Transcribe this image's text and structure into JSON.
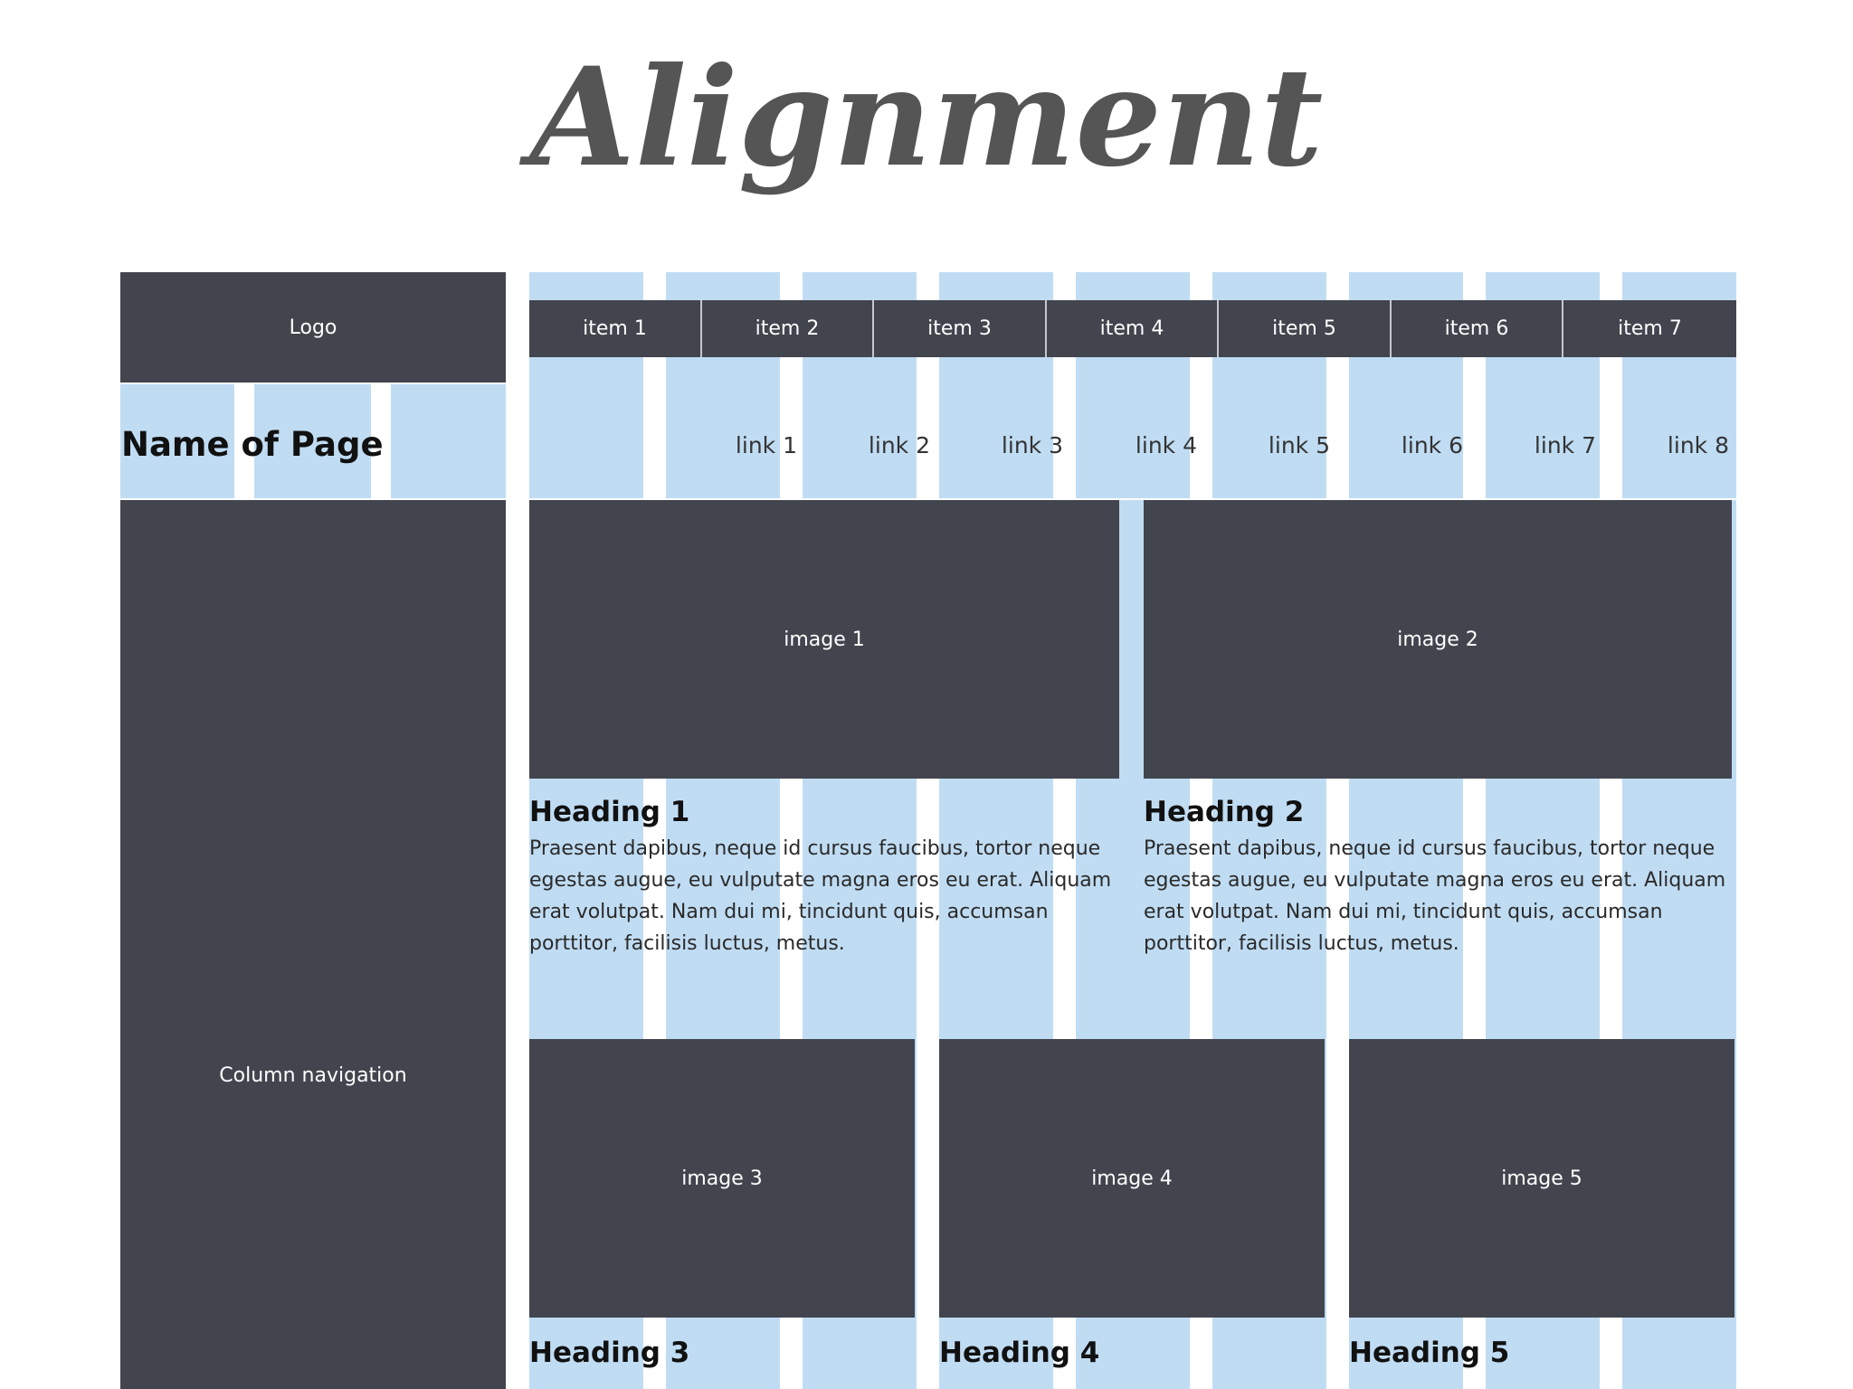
{
  "title": "Alignment",
  "header": {
    "logo_label": "Logo",
    "page_name": "Name of Page"
  },
  "top_nav": {
    "items": [
      "item 1",
      "item 2",
      "item 3",
      "item 4",
      "item 5",
      "item 6",
      "item 7"
    ]
  },
  "links": [
    "link 1",
    "link 2",
    "link 3",
    "link 4",
    "link 5",
    "link 6",
    "link 7",
    "link 8"
  ],
  "sidebar": {
    "label": "Column navigation"
  },
  "images": [
    "image 1",
    "image 2",
    "image 3",
    "image 4",
    "image 5"
  ],
  "content": {
    "body_text": "Praesent dapibus, neque id cursus faucibus, tortor neque egestas augue, eu vulputate magna eros eu erat. Aliquam erat volutpat. Nam dui mi, tincidunt quis, accumsan porttitor, facilisis luctus, metus.",
    "headings": [
      "Heading 1",
      "Heading 2",
      "Heading 3",
      "Heading 4",
      "Heading 5"
    ]
  },
  "colors": {
    "dark_block": "#42454e",
    "grid_column": "#c0dcf3",
    "title_text": "#555555"
  }
}
